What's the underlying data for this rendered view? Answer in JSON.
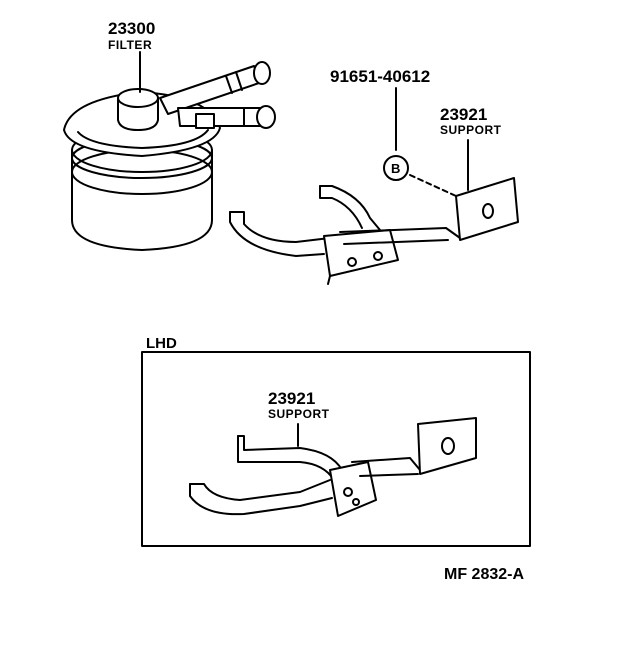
{
  "callouts": {
    "filter": {
      "part_number": "23300",
      "name": "FILTER"
    },
    "bolt": {
      "part_number": "91651-40612",
      "symbol": "B"
    },
    "support_main": {
      "part_number": "23921",
      "name": "SUPPORT"
    },
    "support_lhd": {
      "part_number": "23921",
      "name": "SUPPORT"
    }
  },
  "lhd_panel": {
    "title": "LHD"
  },
  "figure_code": "MF 2832-A"
}
